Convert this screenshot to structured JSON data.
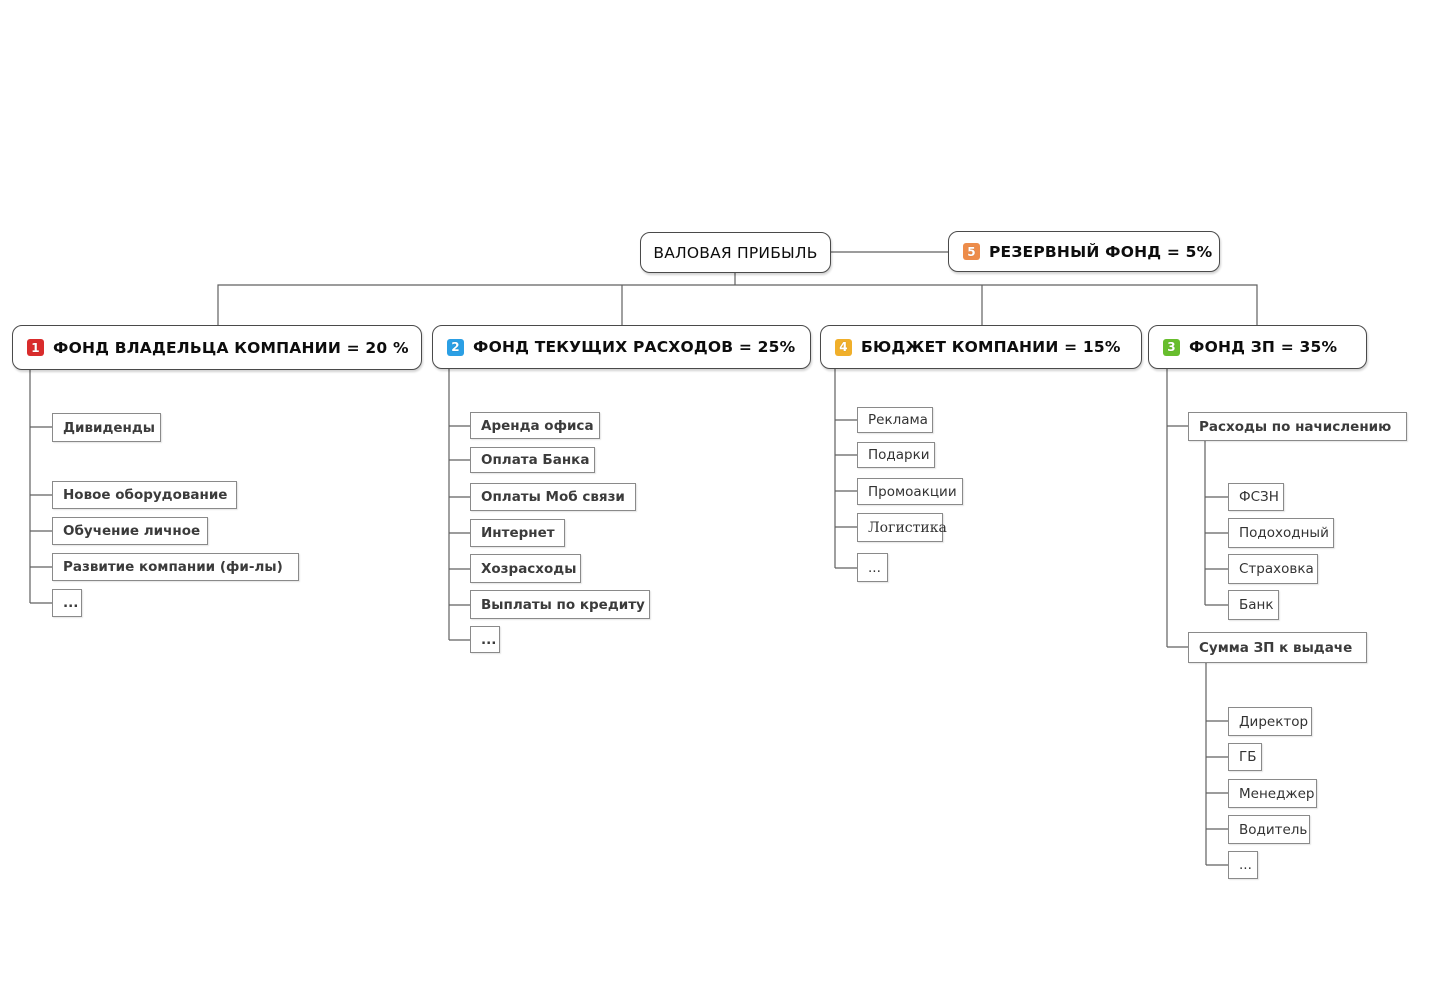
{
  "colors": {
    "badge_red": "#d92c2c",
    "badge_blue": "#2b9fe4",
    "badge_yellow": "#f0af2a",
    "badge_green": "#67bd2d",
    "badge_orange": "#ed8c4a",
    "line": "#606060"
  },
  "root": {
    "label": "ВАЛОВАЯ ПРИБЫЛЬ"
  },
  "reserve": {
    "badge": "5",
    "label": "РЕЗЕРВНЫЙ ФОНД = 5%"
  },
  "branches": [
    {
      "badge": "1",
      "label": "ФОНД ВЛАДЕЛЬЦА КОМПАНИИ = 20 %",
      "children": [
        {
          "label": "Дивиденды"
        },
        {
          "label": "Новое оборудование"
        },
        {
          "label": "Обучение личное"
        },
        {
          "label": "Развитие компании (фи-лы)"
        },
        {
          "label": "..."
        }
      ]
    },
    {
      "badge": "2",
      "label": "ФОНД ТЕКУЩИХ РАСХОДОВ = 25%",
      "children": [
        {
          "label": "Аренда офиса"
        },
        {
          "label": "Оплата Банка"
        },
        {
          "label": "Оплаты Моб связи"
        },
        {
          "label": "Интернет"
        },
        {
          "label": "Хозрасходы"
        },
        {
          "label": "Выплаты по кредиту"
        },
        {
          "label": "..."
        }
      ]
    },
    {
      "badge": "4",
      "label": "БЮДЖЕТ КОМПАНИИ = 15%",
      "children": [
        {
          "label": "Реклама"
        },
        {
          "label": "Подарки"
        },
        {
          "label": "Промоакции"
        },
        {
          "label": "Логистика"
        },
        {
          "label": "..."
        }
      ]
    },
    {
      "badge": "3",
      "label": "ФОНД ЗП = 35%",
      "children": [
        {
          "label": "Расходы по начислению",
          "children": [
            {
              "label": "ФСЗН"
            },
            {
              "label": "Подоходный"
            },
            {
              "label": "Страховка"
            },
            {
              "label": "Банк"
            }
          ]
        },
        {
          "label": "Сумма ЗП к выдаче",
          "children": [
            {
              "label": "Директор"
            },
            {
              "label": "ГБ"
            },
            {
              "label": "Менеджер"
            },
            {
              "label": "Водитель"
            },
            {
              "label": "..."
            }
          ]
        }
      ]
    }
  ]
}
